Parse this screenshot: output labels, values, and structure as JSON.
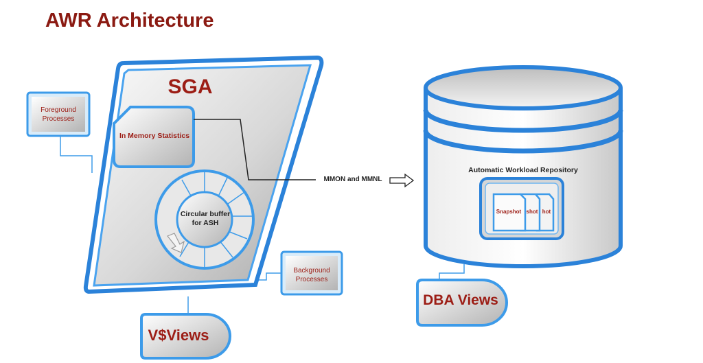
{
  "title": "AWR Architecture",
  "sga": {
    "label": "SGA"
  },
  "in_memory_stats": {
    "label": "In Memory Statistics"
  },
  "circular_buffer": {
    "line1": "Circular buffer",
    "line2": "for ASH"
  },
  "foreground": {
    "line1": "Foreground",
    "line2": "Processes"
  },
  "background": {
    "line1": "Background",
    "line2": "Processes"
  },
  "vviews": {
    "label": "V$Views"
  },
  "flow": {
    "label": "MMON and MMNL"
  },
  "repository": {
    "label": "Automatic Workload Repository"
  },
  "snapshots": [
    "Snapshot",
    "shot",
    "hot"
  ],
  "dba_views": {
    "label": "DBA Views"
  },
  "colors": {
    "accent_blue": "#3d9be9",
    "title_red": "#8b1a12",
    "label_red": "#9c1d15"
  }
}
